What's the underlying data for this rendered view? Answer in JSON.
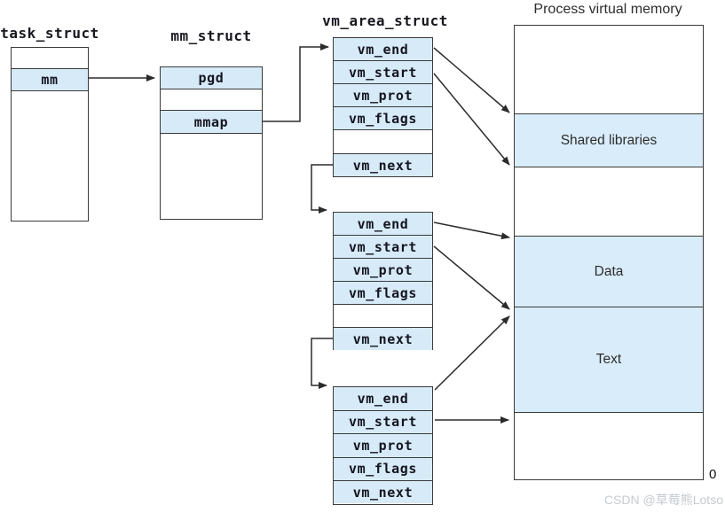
{
  "task_struct": {
    "label": "task_struct",
    "field_mm": "mm"
  },
  "mm_struct": {
    "label": "mm_struct",
    "field_pgd": "pgd",
    "field_mmap": "mmap"
  },
  "vm_area_struct": {
    "label": "vm_area_struct",
    "blocks": [
      {
        "rows": [
          "vm_end",
          "vm_start",
          "vm_prot",
          "vm_flags",
          "",
          "vm_next"
        ]
      },
      {
        "rows": [
          "vm_end",
          "vm_start",
          "vm_prot",
          "vm_flags",
          "",
          "vm_next"
        ]
      },
      {
        "rows": [
          "vm_end",
          "vm_start",
          "vm_prot",
          "vm_flags",
          "vm_next"
        ]
      }
    ]
  },
  "memory": {
    "title": "Process virtual memory",
    "regions": [
      {
        "label": ""
      },
      {
        "label": "Shared libraries"
      },
      {
        "label": ""
      },
      {
        "label": "Data"
      },
      {
        "label": "Text"
      },
      {
        "label": ""
      }
    ],
    "origin_label": "0"
  },
  "watermark": "CSDN @草莓熊Lotso",
  "colors": {
    "highlight_fill": "#d6eaf8",
    "memory_fill": "#d9ecf9",
    "border": "#3a3a3a",
    "arrow": "#2b2b2b",
    "watermark_gray": "#c5cbd0"
  }
}
